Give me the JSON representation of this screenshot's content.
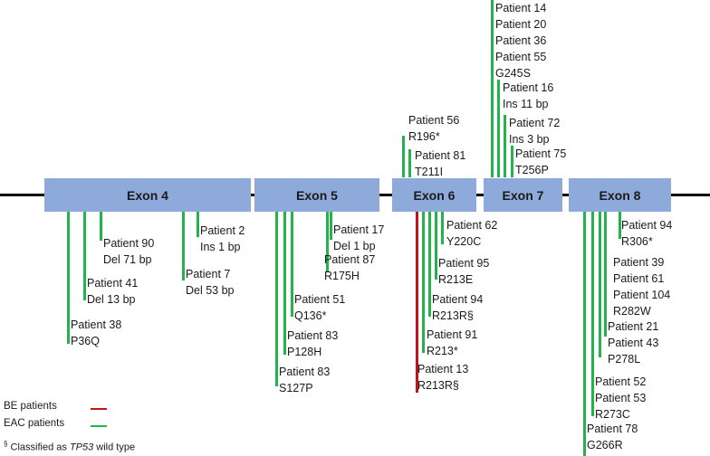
{
  "colors": {
    "eac": "#23b34b",
    "be": "#c0141c",
    "exon": "#8eaadb",
    "backbone": "#000000"
  },
  "exons": [
    {
      "label": "Exon 4"
    },
    {
      "label": "Exon 5"
    },
    {
      "label": "Exon 6"
    },
    {
      "label": "Exon 7"
    },
    {
      "label": "Exon 8"
    }
  ],
  "mutations_above": [
    {
      "lines": [
        "Patient 56",
        "R196*"
      ],
      "type": "eac"
    },
    {
      "lines": [
        "Patient 81",
        "T211I"
      ],
      "type": "eac"
    },
    {
      "lines": [
        "Patient 14",
        "Patient 20",
        "Patient 36",
        "Patient 55",
        "G245S"
      ],
      "type": "eac"
    },
    {
      "lines": [
        "Patient 16",
        "Ins 11 bp"
      ],
      "type": "eac"
    },
    {
      "lines": [
        "Patient 72",
        "Ins 3 bp"
      ],
      "type": "eac"
    },
    {
      "lines": [
        "Patient 75",
        "T256P"
      ],
      "type": "eac"
    }
  ],
  "mutations_below": [
    {
      "lines": [
        "Patient 38",
        "P36Q"
      ],
      "type": "eac"
    },
    {
      "lines": [
        "Patient 41",
        "Del 13 bp"
      ],
      "type": "eac"
    },
    {
      "lines": [
        "Patient 90",
        "Del 71 bp"
      ],
      "type": "eac"
    },
    {
      "lines": [
        "Patient 7",
        "Del 53 bp"
      ],
      "type": "eac"
    },
    {
      "lines": [
        "Patient 2",
        "Ins 1 bp"
      ],
      "type": "eac"
    },
    {
      "lines": [
        "Patient 83",
        "S127P"
      ],
      "type": "eac"
    },
    {
      "lines": [
        "Patient 83",
        "P128H"
      ],
      "type": "eac"
    },
    {
      "lines": [
        "Patient 51",
        "Q136*"
      ],
      "type": "eac"
    },
    {
      "lines": [
        "Patient 87",
        "R175H"
      ],
      "type": "eac"
    },
    {
      "lines": [
        "Patient 17",
        "Del 1 bp"
      ],
      "type": "eac"
    },
    {
      "lines": [
        "Patient 13",
        "R213R§"
      ],
      "type": "be"
    },
    {
      "lines": [
        "Patient 91",
        "R213*"
      ],
      "type": "eac"
    },
    {
      "lines": [
        "Patient 94",
        "R213R§"
      ],
      "type": "eac"
    },
    {
      "lines": [
        "Patient 95",
        "R213E"
      ],
      "type": "eac"
    },
    {
      "lines": [
        "Patient 62",
        "Y220C"
      ],
      "type": "eac"
    },
    {
      "lines": [
        "Patient 78",
        "G266R"
      ],
      "type": "eac"
    },
    {
      "lines": [
        "Patient 52",
        "Patient 53",
        "R273C"
      ],
      "type": "eac"
    },
    {
      "lines": [
        "Patient 21",
        "Patient 43",
        "P278L"
      ],
      "type": "eac"
    },
    {
      "lines": [
        "Patient 39",
        "Patient 61",
        "Patient 104",
        "R282W"
      ],
      "type": "eac"
    },
    {
      "lines": [
        "Patient 94",
        "R306*"
      ],
      "type": "eac"
    }
  ],
  "legend": {
    "be_label": "BE patients",
    "eac_label": "EAC patients",
    "note_symbol": "§",
    "note_prefix": "Classified as",
    "note_gene": "TP53",
    "note_suffix": "wild type"
  }
}
